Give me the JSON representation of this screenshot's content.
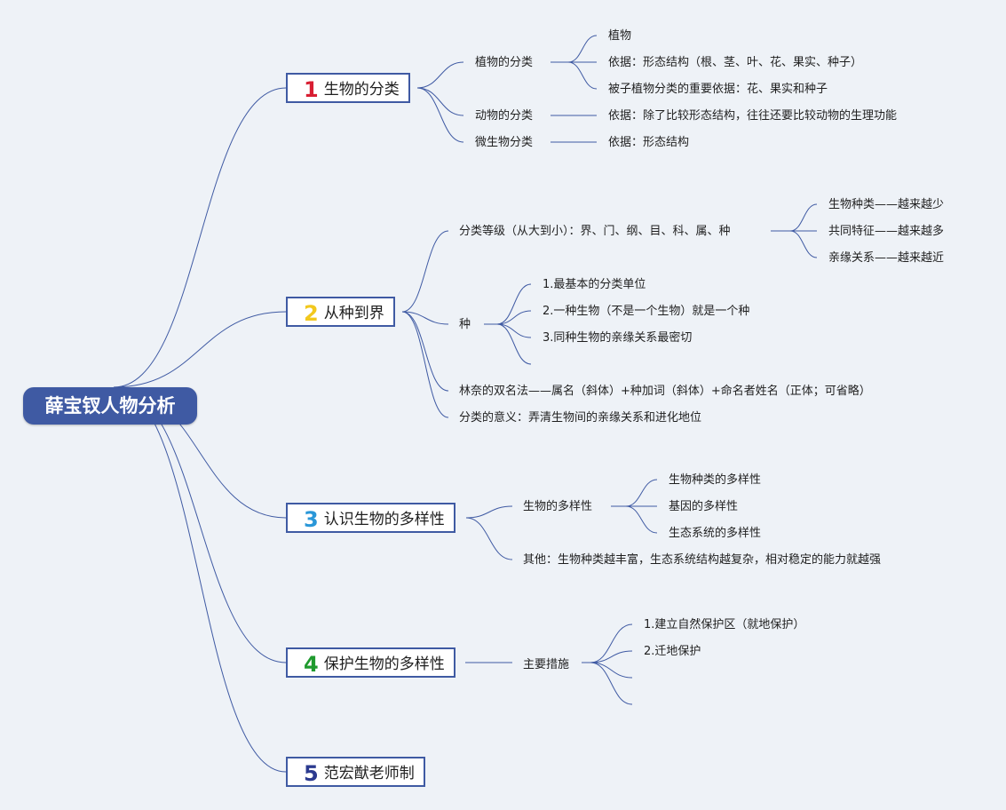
{
  "root": {
    "title": "薛宝钗人物分析"
  },
  "colors": {
    "root_fill": "#3f5aa3",
    "line": "#3f5aa3",
    "badge_1": "#d81e32",
    "badge_2": "#f2c81e",
    "badge_3": "#2a97d8",
    "badge_4": "#1f9a2e",
    "badge_5": "#2b3a8f"
  },
  "branches": [
    {
      "badge": "1",
      "label": "生物的分类",
      "children": [
        {
          "label": "植物的分类",
          "children": [
            "植物",
            "依据：形态结构（根、茎、叶、花、果实、种子）",
            "被子植物分类的重要依据：花、果实和种子"
          ]
        },
        {
          "label": "动物的分类",
          "children": [
            "依据：除了比较形态结构，往往还要比较动物的生理功能"
          ]
        },
        {
          "label": "微生物分类",
          "children": [
            "依据：形态结构"
          ]
        }
      ]
    },
    {
      "badge": "2",
      "label": "从种到界",
      "children": [
        {
          "label": "分类等级（从大到小）：界、门、纲、目、科、属、种",
          "children": [
            "生物种类——越来越少",
            "共同特征——越来越多",
            "亲缘关系——越来越近"
          ]
        },
        {
          "label": "种",
          "children": [
            "1.最基本的分类单位",
            "2.一种生物（不是一个生物）就是一个种",
            "3.同种生物的亲缘关系最密切",
            ""
          ]
        },
        {
          "label": "林奈的双名法——属名（斜体）+种加词（斜体）+命名者姓名（正体；可省略）",
          "children": []
        },
        {
          "label": "分类的意义：弄清生物间的亲缘关系和进化地位",
          "children": []
        }
      ]
    },
    {
      "badge": "3",
      "label": "认识生物的多样性",
      "children": [
        {
          "label": "生物的多样性",
          "children": [
            "生物种类的多样性",
            "基因的多样性",
            "生态系统的多样性"
          ]
        },
        {
          "label": "其他：生物种类越丰富，生态系统结构越复杂，相对稳定的能力就越强",
          "children": []
        }
      ]
    },
    {
      "badge": "4",
      "label": "保护生物的多样性",
      "children": [
        {
          "label": "主要措施",
          "children": [
            "1.建立自然保护区（就地保护）",
            "2.迁地保护",
            "",
            ""
          ]
        }
      ]
    },
    {
      "badge": "5",
      "label": "范宏猷老师制",
      "children": []
    }
  ]
}
